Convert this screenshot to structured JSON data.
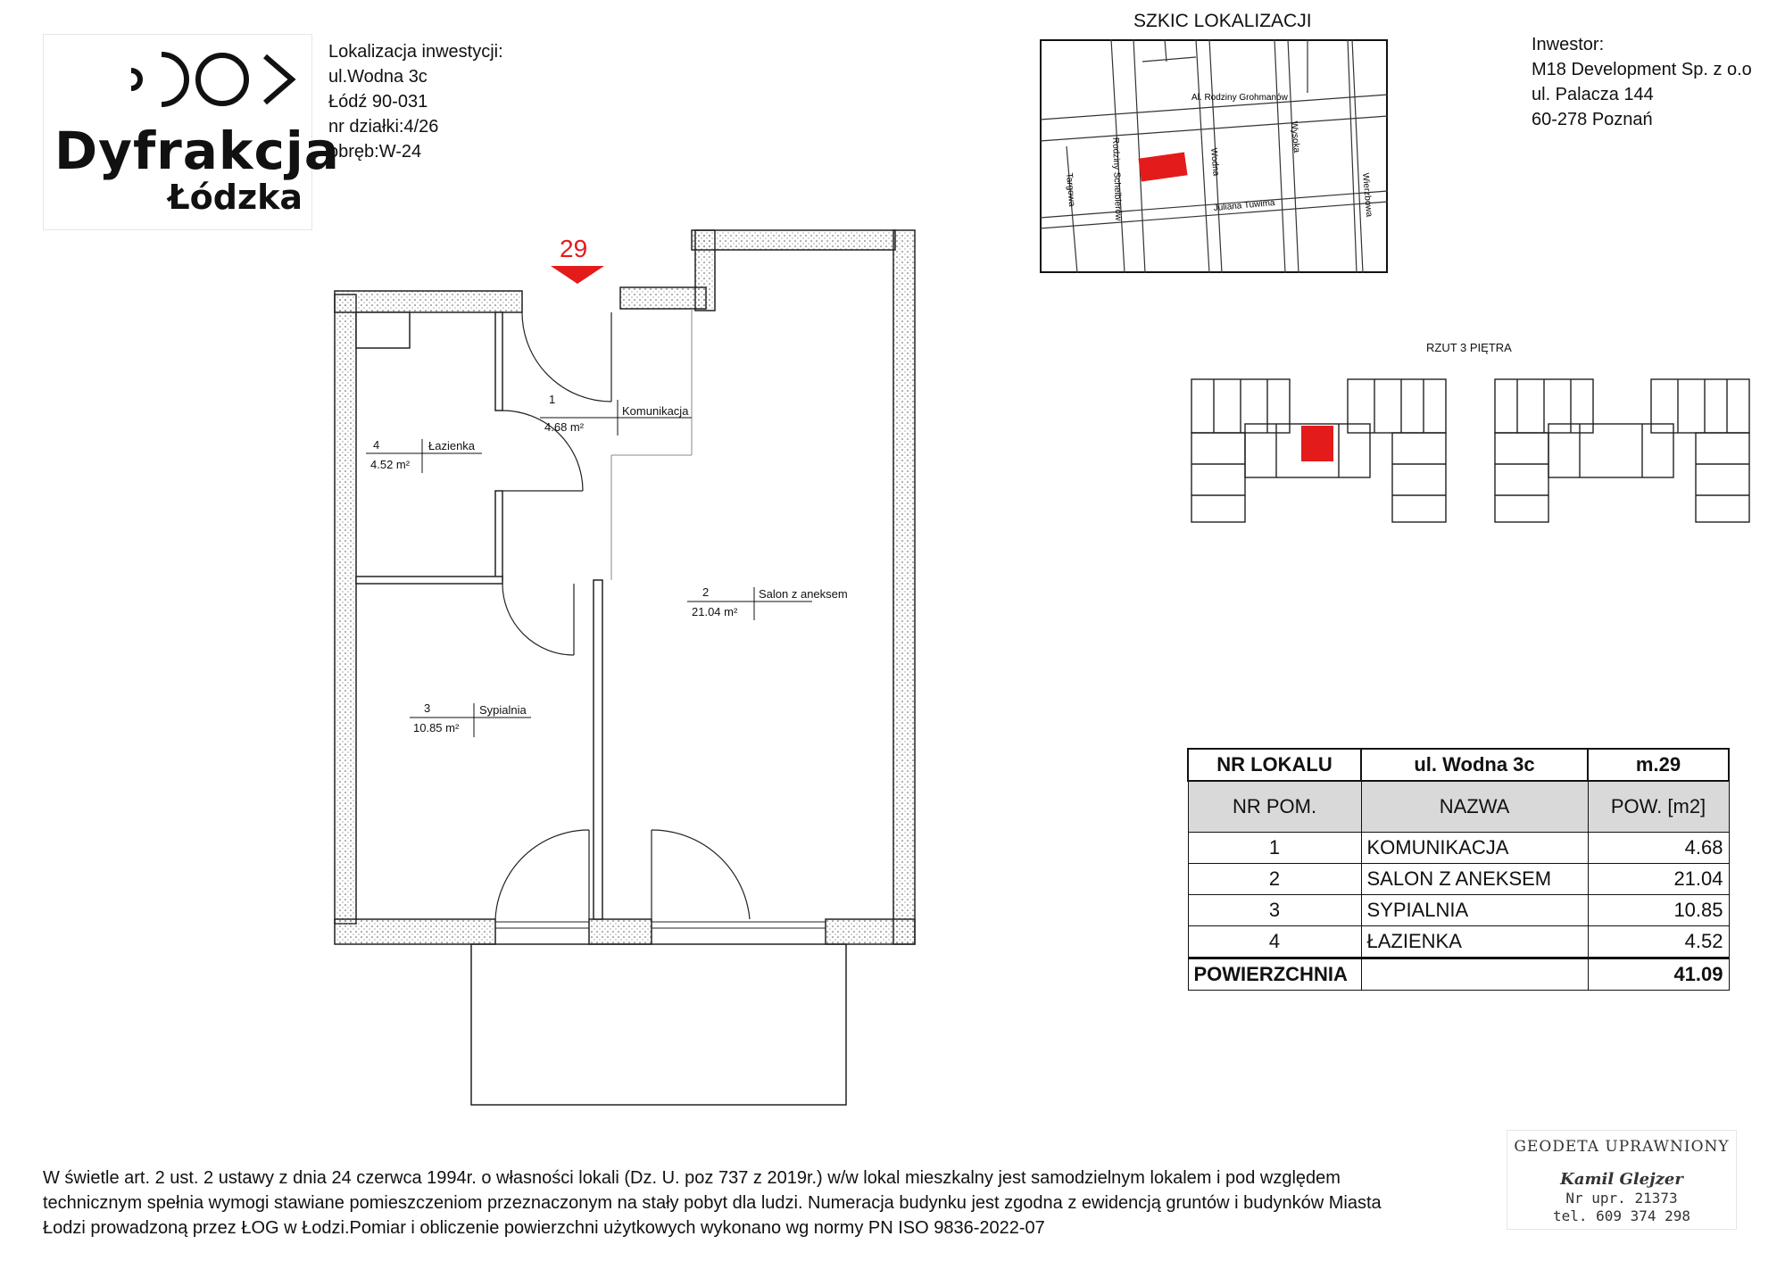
{
  "logo": {
    "title": "Dyfrakcja",
    "subtitle": "Łódzka"
  },
  "location": {
    "lines": [
      "Lokalizacja inwestycji:",
      "ul.Wodna 3c",
      "Łódź 90-031",
      "nr działki:4/26",
      "obręb:W-24"
    ]
  },
  "investor": {
    "lines": [
      "Inwestor:",
      "M18 Development Sp. z o.o",
      "ul. Palacza 144",
      "60-278 Poznań"
    ]
  },
  "sketch": {
    "title": "SZKIC LOKALIZACJI",
    "streets": {
      "rodziny_grohmanow": "Al. Rodziny Grohmanów",
      "rodziny_scheiblerow": "Rodziny Scheiblerów",
      "targowa": "Targowa",
      "wodna": "Wodna",
      "wysoka": "Wysoka",
      "tuwima": "Juliana Tuwima",
      "wierzbowa": "Wierzbowa"
    },
    "highlight_color": "#e41b1b"
  },
  "floor_plan_title": "RZUT 3 PIĘTRA",
  "plan": {
    "unit_marker": "29",
    "marker_color": "#e41b1b",
    "rooms": [
      {
        "no": "1",
        "name": "Komunikacja",
        "area": "4.68 m²"
      },
      {
        "no": "2",
        "name": "Salon z aneksem",
        "area": "21.04 m²"
      },
      {
        "no": "3",
        "name": "Sypialnia",
        "area": "10.85 m²"
      },
      {
        "no": "4",
        "name": "Łazienka",
        "area": "4.52 m²"
      }
    ]
  },
  "table": {
    "header": [
      "NR LOKALU",
      "ul. Wodna 3c",
      "m.29"
    ],
    "columns": [
      "NR  POM.",
      "NAZWA",
      "POW. [m2]"
    ],
    "rows": [
      {
        "no": "1",
        "name": "KOMUNIKACJA",
        "area": "4.68"
      },
      {
        "no": "2",
        "name": "SALON Z ANEKSEM",
        "area": "21.04"
      },
      {
        "no": "3",
        "name": "SYPIALNIA",
        "area": "10.85"
      },
      {
        "no": "4",
        "name": "ŁAZIENKA",
        "area": "4.52"
      }
    ],
    "total_label": "POWIERZCHNIA",
    "total_value": "41.09"
  },
  "footnote": {
    "lines": [
      "W świetle art. 2 ust. 2 ustawy z dnia 24 czerwca 1994r. o własności lokali (Dz. U. poz 737 z 2019r.) w/w lokal mieszkalny  jest samodzielnym lokalem i pod względem",
      "technicznym spełnia wymogi stawiane pomieszczeniom przeznaczonym na  stały pobyt  dla ludzi.  Numeracja budynku jest zgodna z ewidencją gruntów i budynków Miasta",
      "Łodzi prowadzoną przez ŁOG w Łodzi.Pomiar i obliczenie powierzchni użytkowych wykonano wg normy PN ISO 9836-2022-07"
    ]
  },
  "stamp": {
    "title": "GEODETA UPRAWNIONY",
    "name": "Kamil Glejzer",
    "license": "Nr upr. 21373",
    "phone": "tel. 609 374 298"
  }
}
